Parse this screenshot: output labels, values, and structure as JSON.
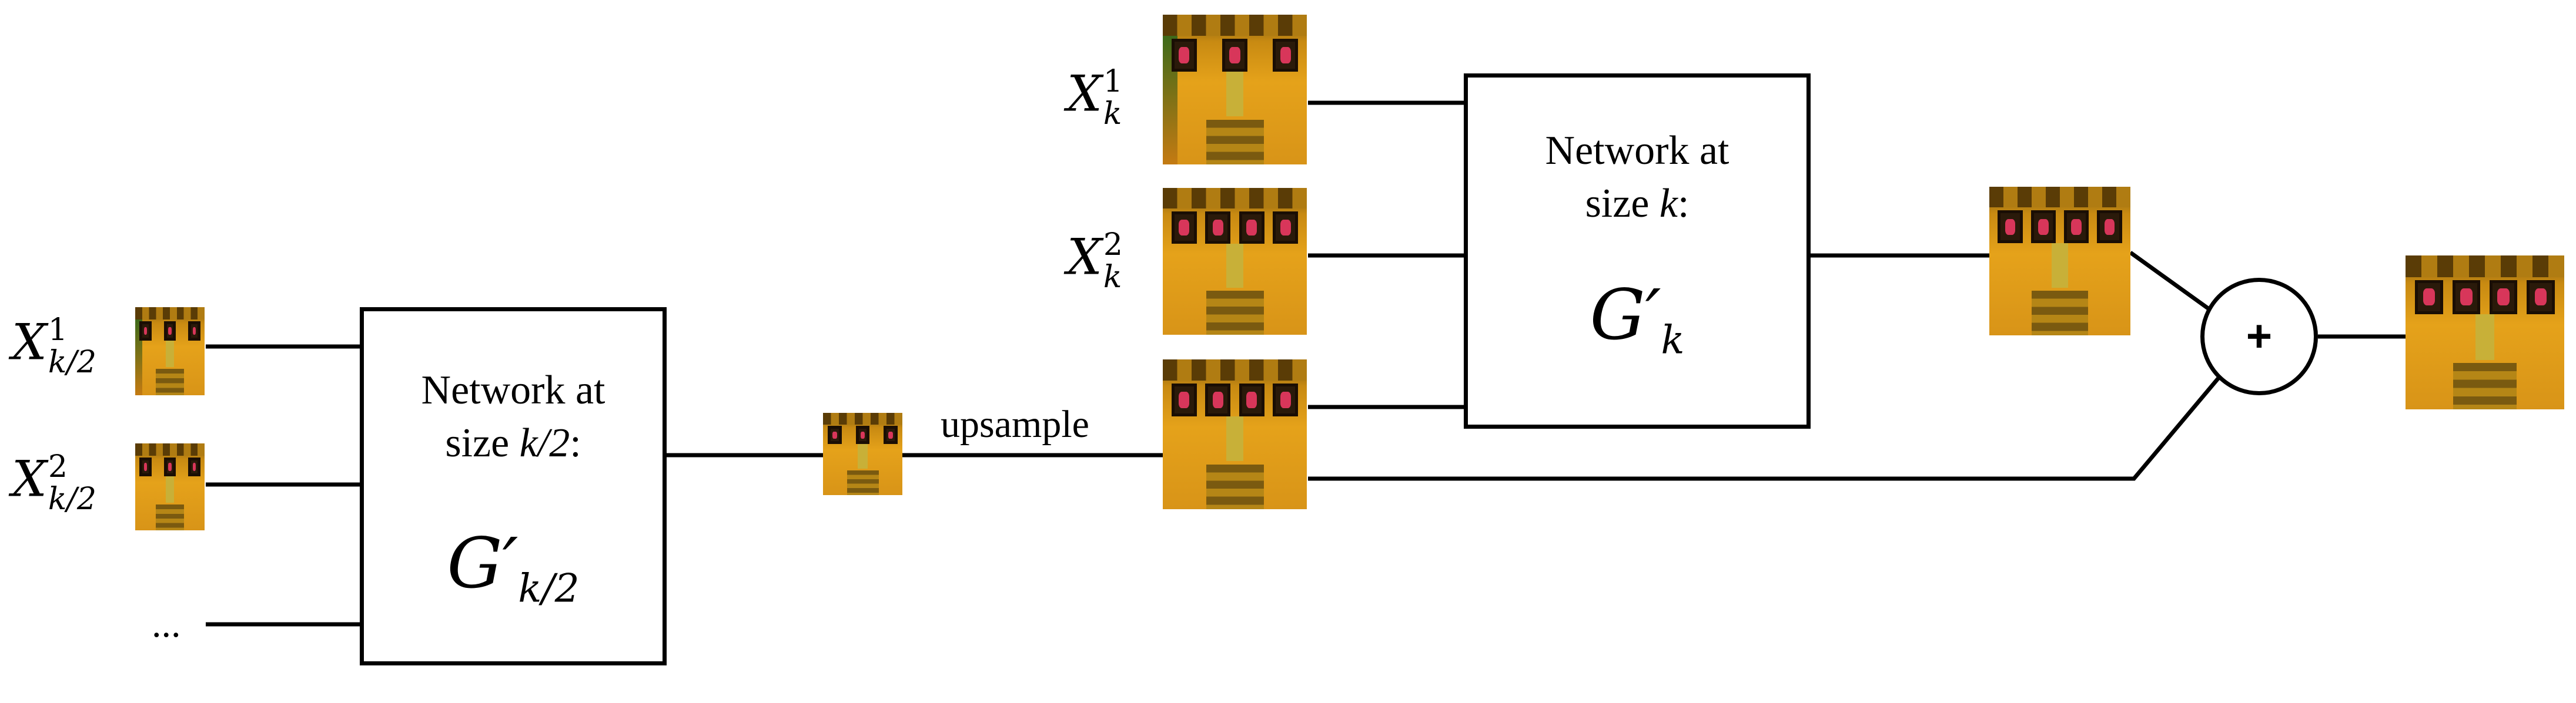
{
  "inputs_small": [
    {
      "base": "X",
      "sup": "1",
      "sub": "k/2"
    },
    {
      "base": "X",
      "sup": "2",
      "sub": "k/2"
    }
  ],
  "inputs_small_more": "...",
  "network_small": {
    "line1": "Network at",
    "line2_prefix": "size ",
    "line2_var": "k/2",
    "line2_suffix": ":",
    "symbol": "G′",
    "symbol_sub": "k/2"
  },
  "upsample_label": "upsample",
  "inputs_large": [
    {
      "base": "X",
      "sup": "1",
      "sub": "k"
    },
    {
      "base": "X",
      "sup": "2",
      "sub": "k"
    }
  ],
  "network_large": {
    "line1": "Network at",
    "line2_prefix": "size ",
    "line2_var": "k",
    "line2_suffix": ":",
    "symbol": "G′",
    "symbol_sub": "k"
  },
  "combine_symbol": "+"
}
